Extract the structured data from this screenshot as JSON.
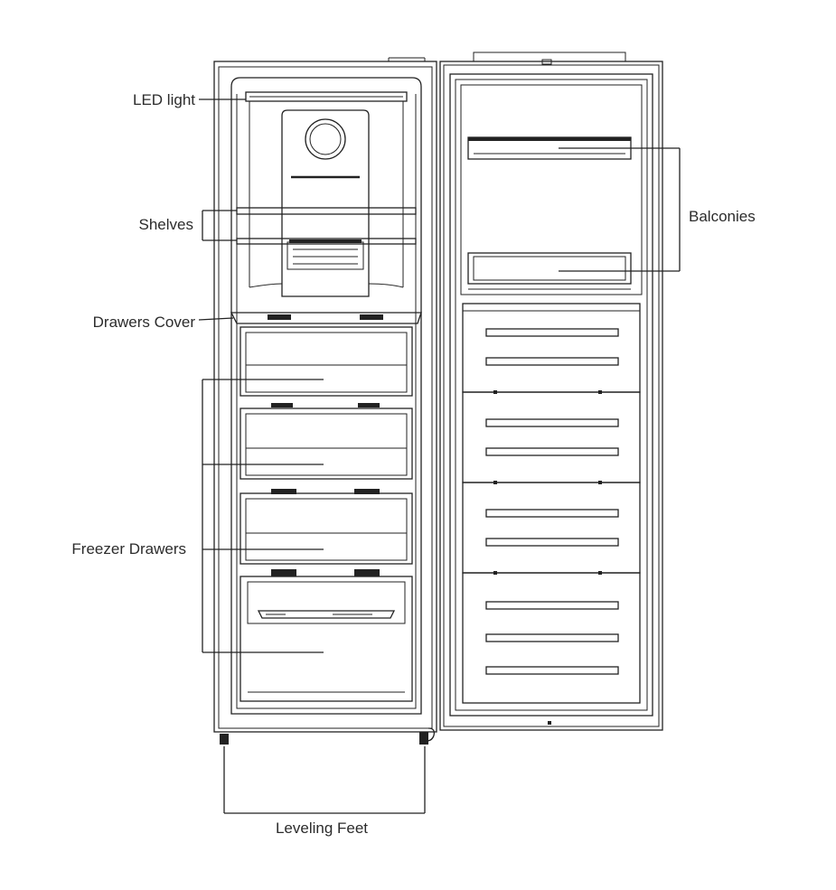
{
  "labels": {
    "led_light": "LED light",
    "shelves": "Shelves",
    "drawers_cover": "Drawers Cover",
    "freezer_drawers": "Freezer Drawers",
    "balconies": "Balconies",
    "leveling_feet": "Leveling Feet"
  },
  "colors": {
    "line": "#222222",
    "label_text": "#2c2c2c",
    "background": "#ffffff"
  }
}
